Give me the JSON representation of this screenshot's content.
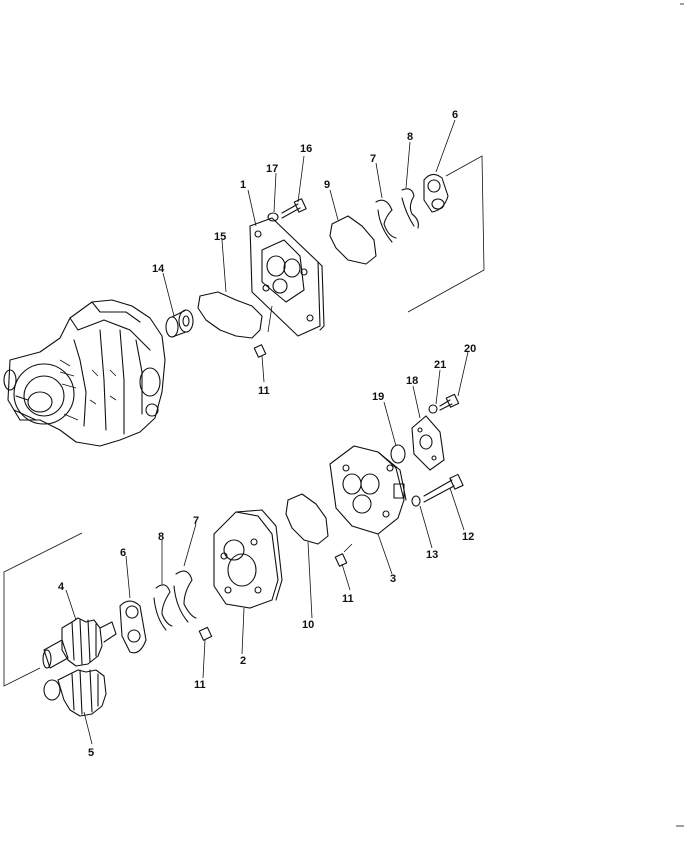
{
  "diagram": {
    "callouts": [
      {
        "id": "c1",
        "text": "1"
      },
      {
        "id": "c2",
        "text": "2"
      },
      {
        "id": "c3",
        "text": "3"
      },
      {
        "id": "c4",
        "text": "4"
      },
      {
        "id": "c5",
        "text": "5"
      },
      {
        "id": "c6a",
        "text": "6"
      },
      {
        "id": "c6b",
        "text": "6"
      },
      {
        "id": "c7a",
        "text": "7"
      },
      {
        "id": "c7b",
        "text": "7"
      },
      {
        "id": "c8a",
        "text": "8"
      },
      {
        "id": "c8b",
        "text": "8"
      },
      {
        "id": "c9",
        "text": "9"
      },
      {
        "id": "c10",
        "text": "10"
      },
      {
        "id": "c11a",
        "text": "11"
      },
      {
        "id": "c11b",
        "text": "11"
      },
      {
        "id": "c11c",
        "text": "11"
      },
      {
        "id": "c12",
        "text": "12"
      },
      {
        "id": "c13",
        "text": "13"
      },
      {
        "id": "c14",
        "text": "14"
      },
      {
        "id": "c15",
        "text": "15"
      },
      {
        "id": "c16",
        "text": "16"
      },
      {
        "id": "c17",
        "text": "17"
      },
      {
        "id": "c18",
        "text": "18"
      },
      {
        "id": "c19",
        "text": "19"
      },
      {
        "id": "c20",
        "text": "20"
      },
      {
        "id": "c21",
        "text": "21"
      }
    ]
  }
}
